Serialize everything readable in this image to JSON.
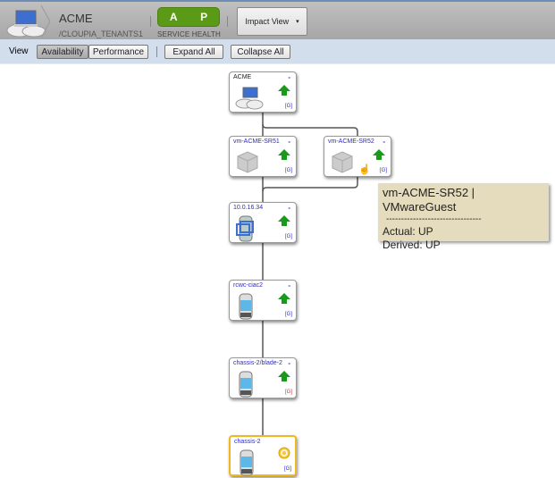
{
  "header": {
    "title": "ACME",
    "path": "/CLOUPIA_TENANTS1",
    "health": [
      "A",
      "P"
    ],
    "health_label": "SERVICE HEALTH",
    "view_menu": "Impact View",
    "view_menu_caret": "▾"
  },
  "toolbar": {
    "view_label": "View",
    "availability": "Availability",
    "performance": "Performance",
    "expand_all": "Expand All",
    "collapse_all": "Collapse All"
  },
  "nodes": [
    {
      "label": "ACME",
      "dash": "-",
      "tag": "[G]",
      "status": "up",
      "icon": "cloud-computer-icon"
    },
    {
      "label": "vm-ACME-SR51",
      "dash": "-",
      "tag": "[G]",
      "status": "up",
      "icon": "vm-icon"
    },
    {
      "label": "vm-ACME-SR52",
      "dash": "-",
      "tag": "[G]",
      "status": "up",
      "icon": "vm-icon"
    },
    {
      "label": "10.0.16.34",
      "dash": "-",
      "tag": "[G]",
      "status": "up",
      "icon": "host-icon"
    },
    {
      "label": "rcwc-ciac2",
      "dash": "-",
      "tag": "[G]",
      "status": "up",
      "icon": "server-icon"
    },
    {
      "label": "chassis-2/blade-2",
      "dash": "-",
      "tag": "[G]",
      "status": "up",
      "icon": "server-icon"
    },
    {
      "label": "chassis-2",
      "tag": "[G]",
      "status": "unknown",
      "icon": "server-icon"
    }
  ],
  "tooltip": {
    "title": "vm-ACME-SR52 | VMwareGuest",
    "divider": "--------------------------------",
    "actual": "Actual: UP",
    "derived": "Derived: UP"
  },
  "colors": {
    "up": "#1a9a1a",
    "warn": "#f0b820",
    "health": "#5b9a17"
  }
}
